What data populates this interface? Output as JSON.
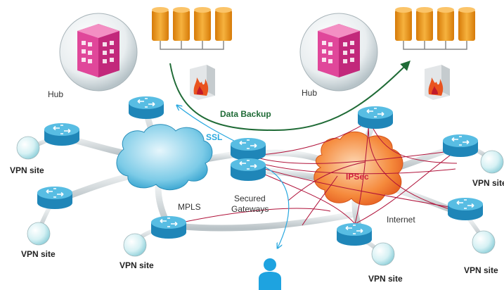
{
  "labels": {
    "hub_left": "Hub",
    "hub_right": "Hub",
    "data_backup": "Data Backup",
    "ssl": "SSL",
    "ipsec": "IPSec",
    "mpls": "MPLS",
    "secured": "Secured",
    "gateways": "Gateways",
    "internet": "Internet",
    "vpn_site_left_top": "VPN site",
    "vpn_site_left_bottom": "VPN site",
    "vpn_site_bottom_mid": "VPN site",
    "vpn_site_bottom_right1": "VPN site",
    "vpn_site_bottom_right2": "VPN site",
    "vpn_site_right": "VPN site"
  },
  "colors": {
    "ssl": "#29a8df",
    "data_backup": "#1f6b36",
    "ipsec_text": "#d01f3c",
    "ipsec_lines": "#b0123a",
    "router_top": "#4fb8e0",
    "router_body": "#1f86b8",
    "cloud_mpls": "#6cc3e2",
    "cloud_internet": "#f47a2a",
    "hub_building": "#e0479a",
    "server": "#f29a1f"
  }
}
